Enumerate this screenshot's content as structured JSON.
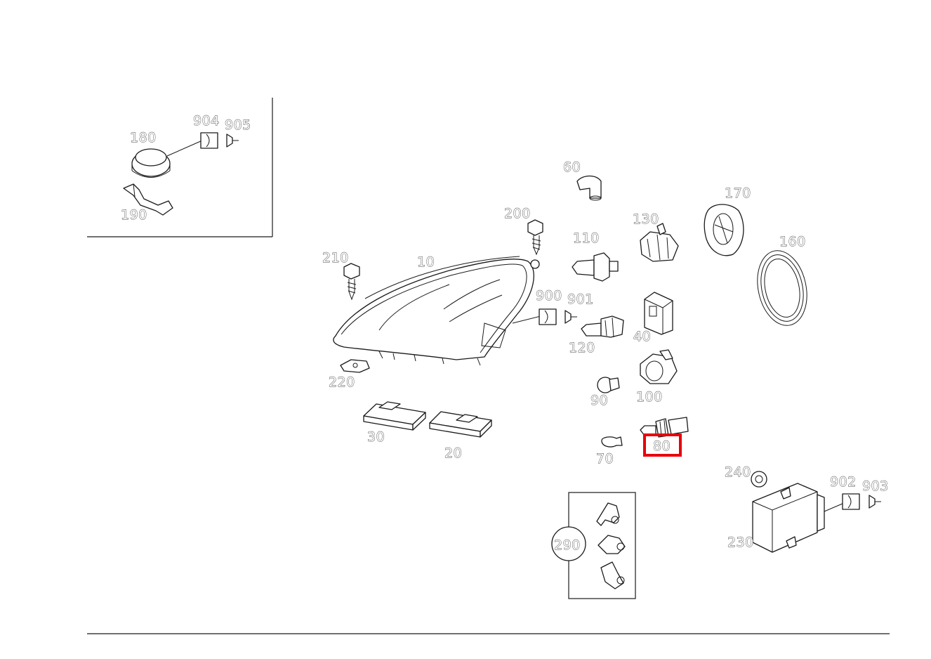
{
  "diagram": {
    "highlight_color": "#e8000b",
    "labels": {
      "p10": "10",
      "p20": "20",
      "p30": "30",
      "p40": "40",
      "p60": "60",
      "p70": "70",
      "p80": "80",
      "p90": "90",
      "p100": "100",
      "p110": "110",
      "p120": "120",
      "p130": "130",
      "p160": "160",
      "p170": "170",
      "p180": "180",
      "p190": "190",
      "p200": "200",
      "p210": "210",
      "p220": "220",
      "p230": "230",
      "p240": "240",
      "p290": "290",
      "p900": "900",
      "p901": "901",
      "p902": "902",
      "p903": "903",
      "p904": "904",
      "p905": "905"
    },
    "highlighted_part": "80"
  }
}
